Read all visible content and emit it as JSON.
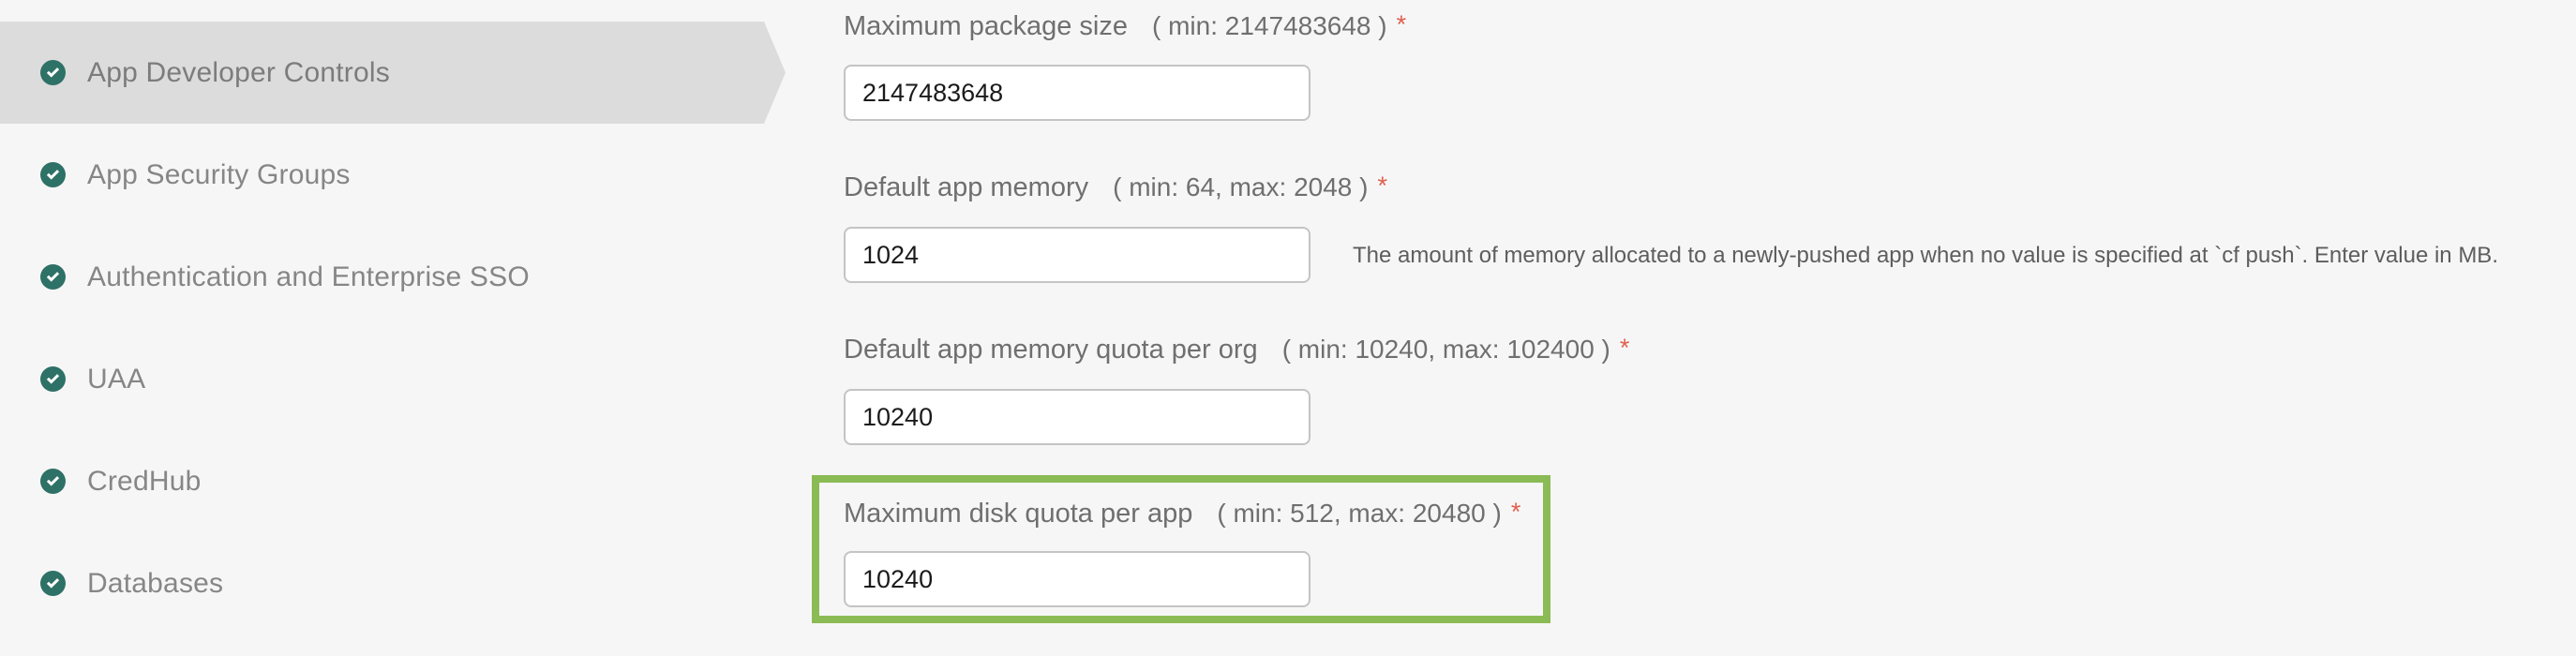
{
  "colors": {
    "page_background": "#f6f6f7",
    "active_item_background": "#dcdcdc",
    "check_icon_teal": "#2e7166",
    "highlight_border_green": "#8abb54",
    "required_asterisk_red": "#e0604e",
    "label_gray": "#6f6f6f",
    "sidebar_text_gray": "#868686"
  },
  "sidebar": {
    "items": [
      {
        "label": "App Developer Controls",
        "status": "completed",
        "active": true
      },
      {
        "label": "App Security Groups",
        "status": "completed",
        "active": false
      },
      {
        "label": "Authentication and Enterprise SSO",
        "status": "completed",
        "active": false
      },
      {
        "label": "UAA",
        "status": "completed",
        "active": false
      },
      {
        "label": "CredHub",
        "status": "completed",
        "active": false
      },
      {
        "label": "Databases",
        "status": "completed",
        "active": false
      }
    ]
  },
  "form": {
    "fields": [
      {
        "label": "Maximum package size",
        "constraint": "( min: 2147483648 )",
        "required": "*",
        "value": "2147483648",
        "highlighted": false
      },
      {
        "label": "Default app memory",
        "constraint": "( min: 64, max: 2048 )",
        "required": "*",
        "value": "1024",
        "help": "The amount of memory allocated to a newly-pushed app when no value is specified at `cf push`. Enter value in MB.",
        "highlighted": false
      },
      {
        "label": "Default app memory quota per org",
        "constraint": "( min: 10240, max: 102400 )",
        "required": "*",
        "value": "10240",
        "highlighted": false
      },
      {
        "label": "Maximum disk quota per app",
        "constraint": "( min: 512, max: 20480 )",
        "required": "*",
        "value": "10240",
        "highlighted": true
      }
    ]
  }
}
